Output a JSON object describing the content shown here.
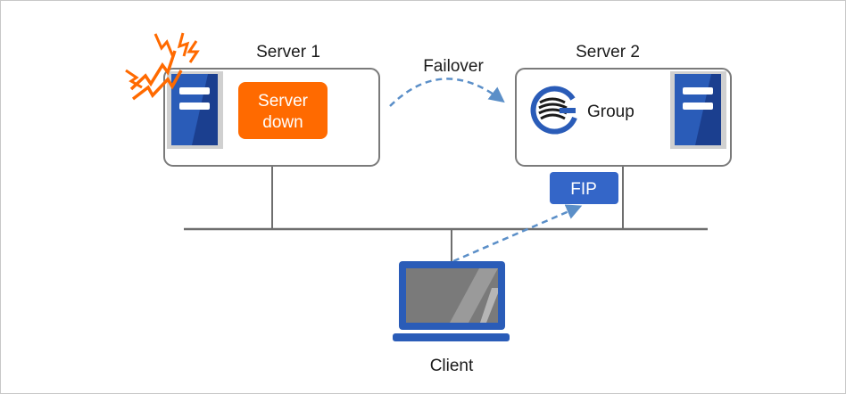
{
  "diagram": {
    "server1": {
      "title": "Server 1",
      "status_line1": "Server",
      "status_line2": "down"
    },
    "server2": {
      "title": "Server 2",
      "group_label": "Group"
    },
    "failover_label": "Failover",
    "fip_label": "FIP",
    "client_label": "Client"
  },
  "colors": {
    "server_blue": "#2a5cb8",
    "server_blue_dark": "#1b3f8f",
    "server_gray": "#d0d0d0",
    "down_orange": "#ff6a00",
    "alert_orange": "#ff6a00",
    "fip_blue": "#3466c8",
    "arrow_blue": "#5b8fc8",
    "line_gray": "#6e6e6e",
    "laptop_screen": "#7a7a7a"
  },
  "icons": {
    "server1": "server-tower-icon",
    "server2": "server-tower-icon",
    "alert": "lightning-alert-icon",
    "group": "group-logo-icon",
    "client": "laptop-icon"
  }
}
